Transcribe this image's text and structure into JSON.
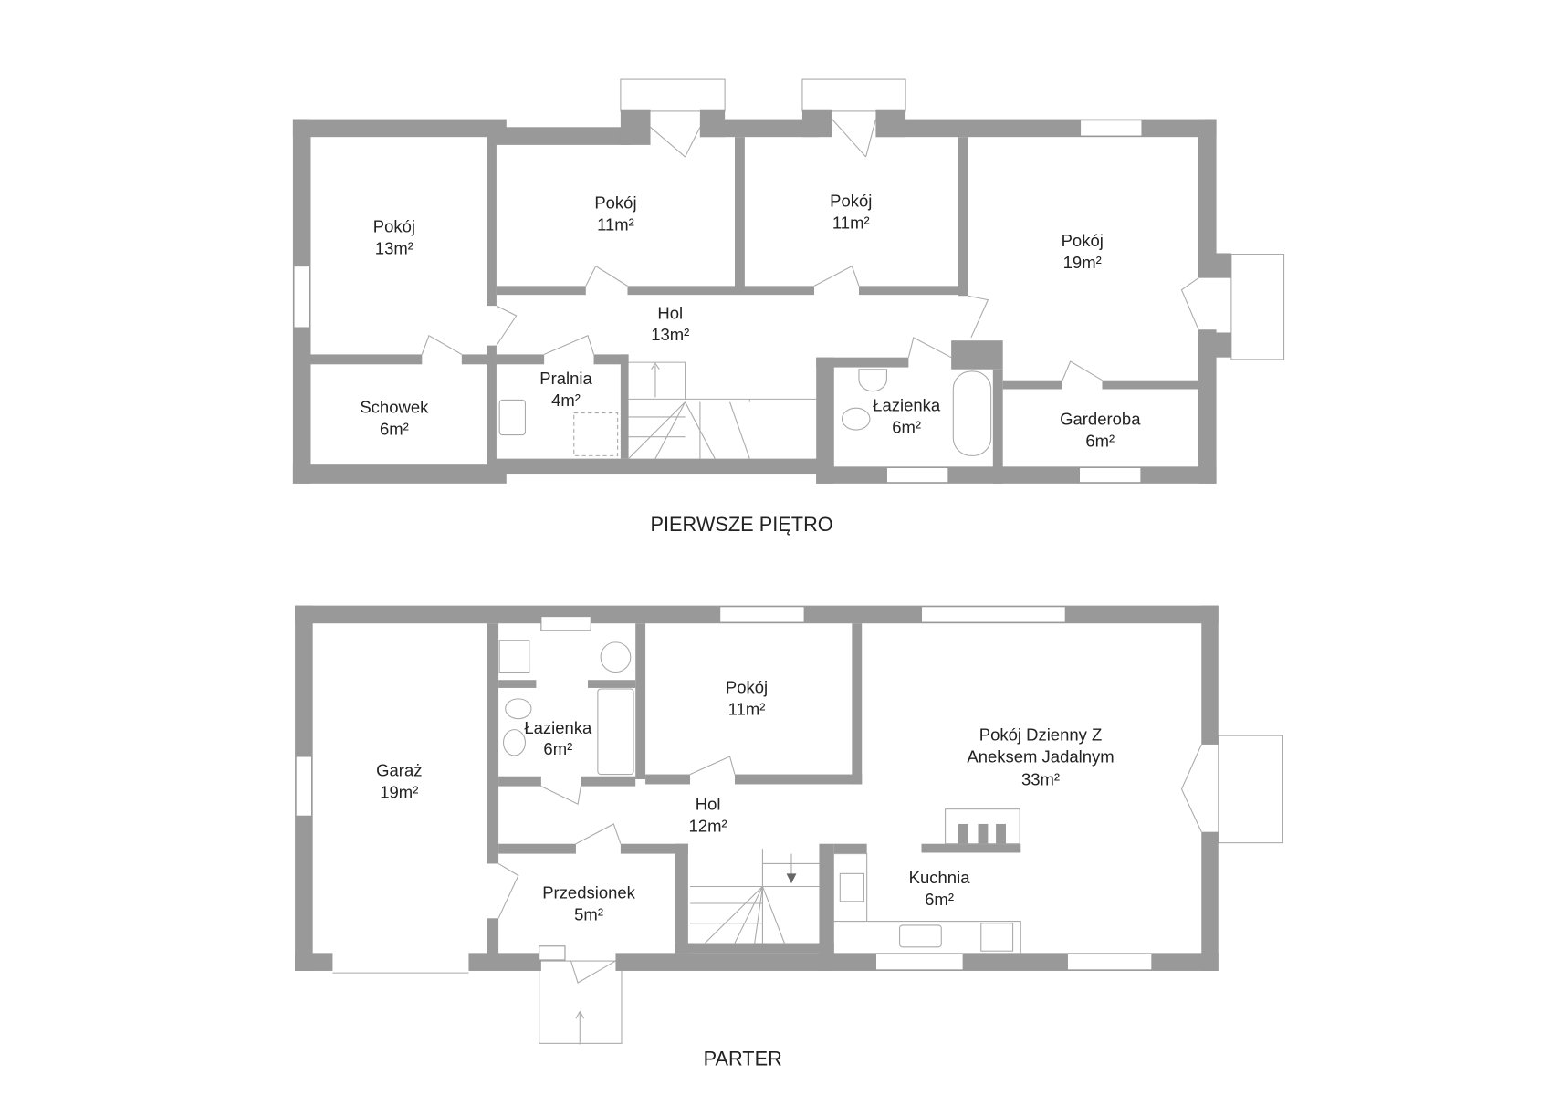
{
  "floors": {
    "upper": {
      "title": "PIERWSZE PIĘTRO",
      "rooms": [
        {
          "name": "Pokój",
          "area": "13m²"
        },
        {
          "name": "Pokój",
          "area": "11m²"
        },
        {
          "name": "Pokój",
          "area": "11m²"
        },
        {
          "name": "Pokój",
          "area": "19m²"
        },
        {
          "name": "Hol",
          "area": "13m²"
        },
        {
          "name": "Schowek",
          "area": "6m²"
        },
        {
          "name": "Pralnia",
          "area": "4m²"
        },
        {
          "name": "Łazienka",
          "area": "6m²"
        },
        {
          "name": "Garderoba",
          "area": "6m²"
        }
      ]
    },
    "ground": {
      "title": "PARTER",
      "rooms": [
        {
          "name": "Garaż",
          "area": "19m²"
        },
        {
          "name": "Łazienka",
          "area": "6m²"
        },
        {
          "name": "Pokój",
          "area": "11m²"
        },
        {
          "name": "Pokój Dzienny Z",
          "name2": "Aneksem Jadalnym",
          "area": "33m²"
        },
        {
          "name": "Hol",
          "area": "12m²"
        },
        {
          "name": "Przedsionek",
          "area": "5m²"
        },
        {
          "name": "Kuchnia",
          "area": "6m²"
        }
      ]
    }
  },
  "colors": {
    "wall": "#999999",
    "background": "#ffffff"
  }
}
